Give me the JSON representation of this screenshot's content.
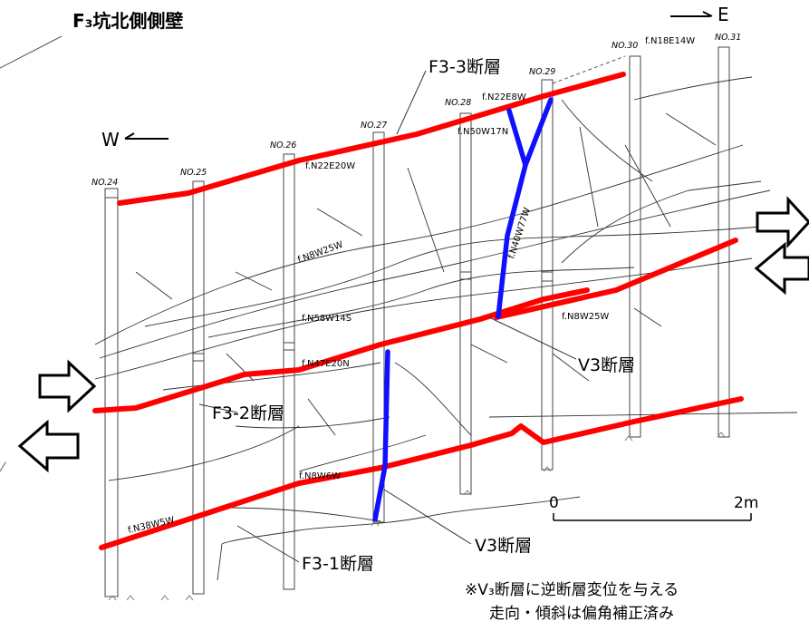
{
  "title": "F₃坑北側側壁",
  "directions": {
    "east": "E",
    "west": "W"
  },
  "stations": [
    {
      "label": "NO.24"
    },
    {
      "label": "NO.25"
    },
    {
      "label": "NO.26"
    },
    {
      "label": "NO.27"
    },
    {
      "label": "NO.28"
    },
    {
      "label": "NO.29"
    },
    {
      "label": "NO.30"
    },
    {
      "label": "NO.31"
    }
  ],
  "faults": {
    "f33": "F3-3断層",
    "f32": "F3-2断層",
    "f31": "F3-1断層",
    "v3_upper": "V3断層",
    "v3_lower": "V3断層"
  },
  "attitudes": [
    {
      "text": "f.N18E14W"
    },
    {
      "text": "f.N22E8W"
    },
    {
      "text": "f.N50W17N"
    },
    {
      "text": "f.N22E20W"
    },
    {
      "text": "f.N40W77W"
    },
    {
      "text": "f.N8W25W"
    },
    {
      "text": "f.N58W14S"
    },
    {
      "text": "f.N47E20N"
    },
    {
      "text": "f.N8W25W"
    },
    {
      "text": "f.N8W6W"
    },
    {
      "text": "f.N38W5W"
    }
  ],
  "scale": {
    "zero": "0",
    "end": "2m"
  },
  "note": {
    "line1": "※V₃断層に逆断層変位を与える",
    "line2": "走向・傾斜は偏角補正済み"
  },
  "colors": {
    "fault_red": "#ff0000",
    "fault_blue": "#1010ff",
    "sketch": "#333333"
  }
}
